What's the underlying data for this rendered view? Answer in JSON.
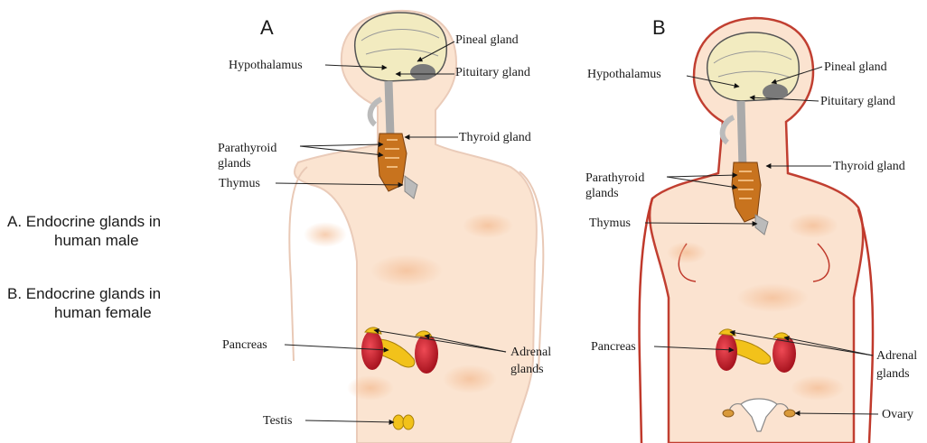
{
  "figure": {
    "panel_a": {
      "letter": "A",
      "labels": {
        "pineal": "Pineal gland",
        "hypothalamus": "Hypothalamus",
        "pituitary": "Pituitary gland",
        "thyroid": "Thyroid gland",
        "parathyroid_1": "Parathyroid",
        "parathyroid_2": "glands",
        "thymus": "Thymus",
        "pancreas": "Pancreas",
        "adrenal_1": "Adrenal",
        "adrenal_2": "glands",
        "testis": "Testis"
      }
    },
    "panel_b": {
      "letter": "B",
      "labels": {
        "pineal": "Pineal gland",
        "hypothalamus": "Hypothalamus",
        "pituitary": "Pituitary gland",
        "thyroid": "Thyroid gland",
        "parathyroid_1": "Parathyroid",
        "parathyroid_2": "glands",
        "thymus": "Thymus",
        "pancreas": "Pancreas",
        "adrenal_1": "Adrenal",
        "adrenal_2": "glands",
        "ovary": "Ovary"
      }
    },
    "captions": {
      "a_line1": "A. Endocrine glands in",
      "a_line2": "human male",
      "b_line1": "B. Endocrine glands in",
      "b_line2": "human female"
    },
    "colors": {
      "skin": "#fbe3cf",
      "outline_a": "#e9c9b6",
      "outline_b": "#c0392b",
      "brain": "#f2ebc0",
      "kidney": "#d3232f",
      "gland_yellow": "#f2c21a",
      "thyroid": "#c8731e"
    }
  }
}
